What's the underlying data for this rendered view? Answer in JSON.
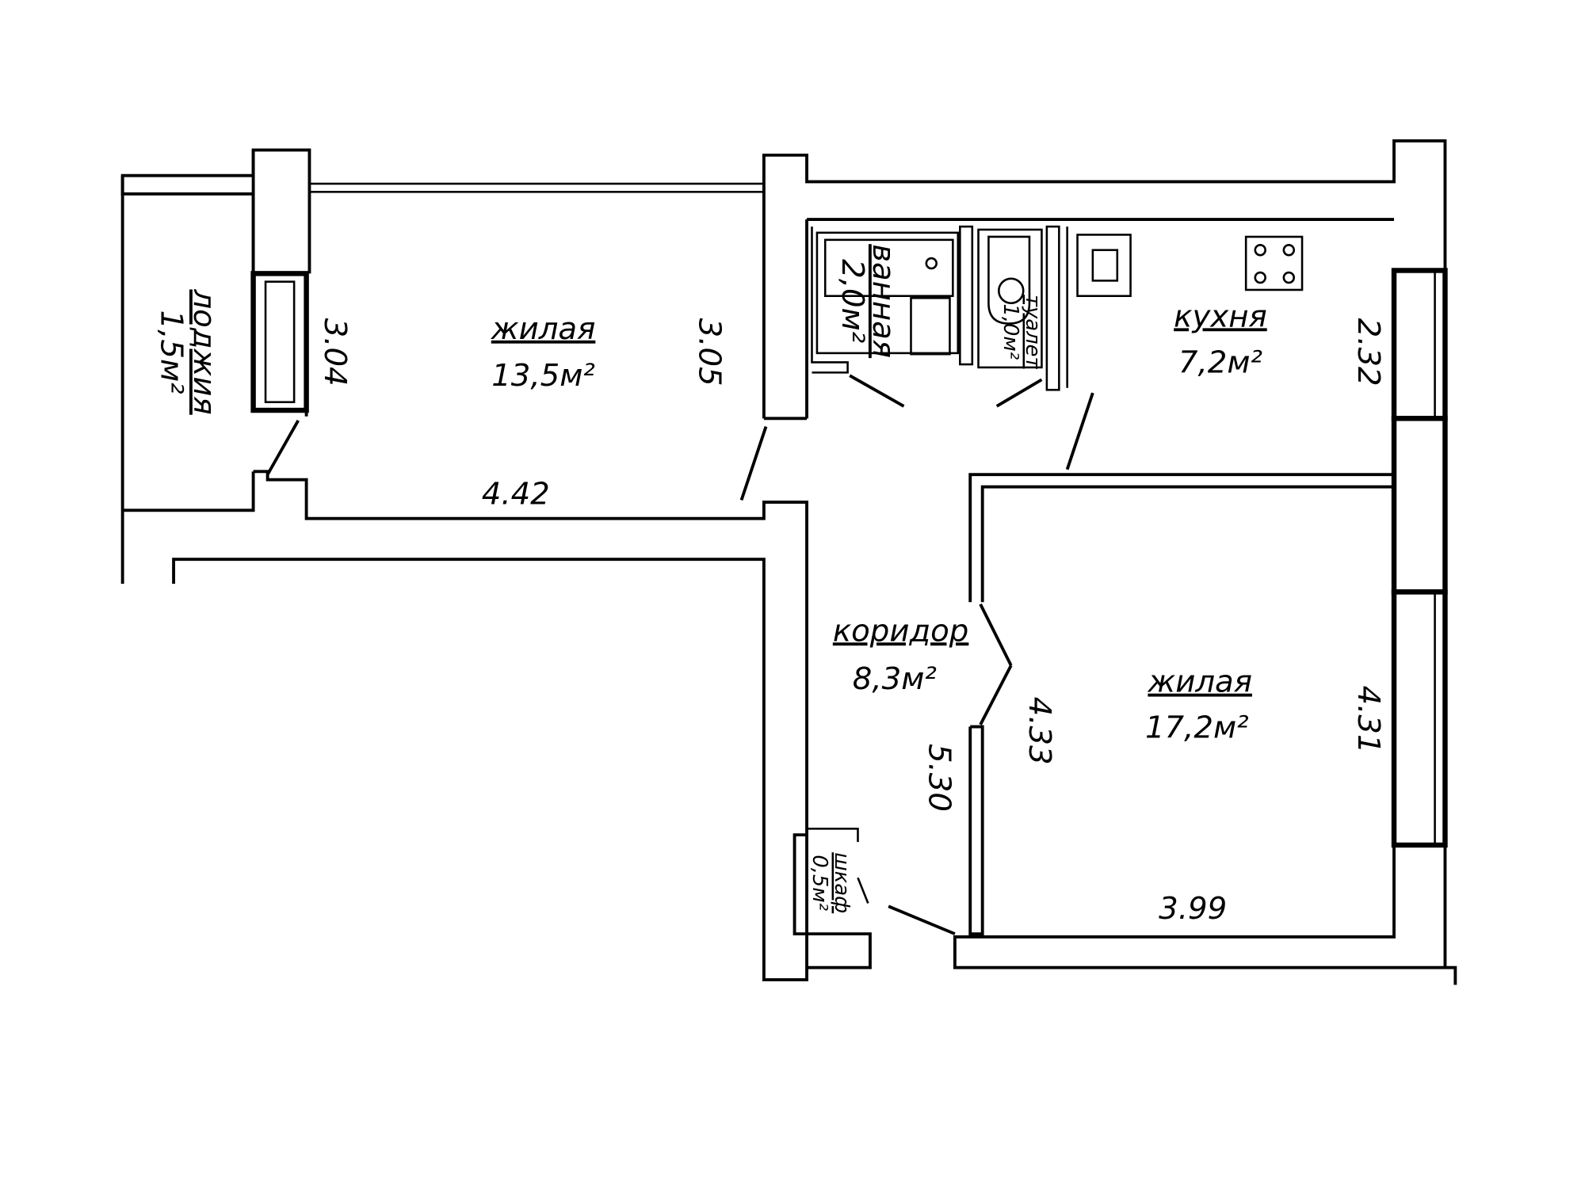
{
  "plan": {
    "rooms": [
      {
        "name": "лоджия",
        "area": "1,5м²"
      },
      {
        "name": "жилая",
        "area": "13,5м²"
      },
      {
        "name": "ванная",
        "area": "2,0м²"
      },
      {
        "name": "туалет",
        "area": "1,0м²"
      },
      {
        "name": "кухня",
        "area": "7,2м²"
      },
      {
        "name": "коридор",
        "area": "8,3м²"
      },
      {
        "name": "жилая",
        "area": "17,2м²"
      },
      {
        "name": "шкаф",
        "area": "0,5м²"
      }
    ],
    "dimensions": {
      "loggia_room_wall": "3.04",
      "room1_right": "3.05",
      "room1_width": "4.42",
      "kitchen_depth": "2.32",
      "corridor_length": "5.30",
      "room2_left": "4.33",
      "room2_right": "4.31",
      "room2_width": "3.99"
    }
  }
}
